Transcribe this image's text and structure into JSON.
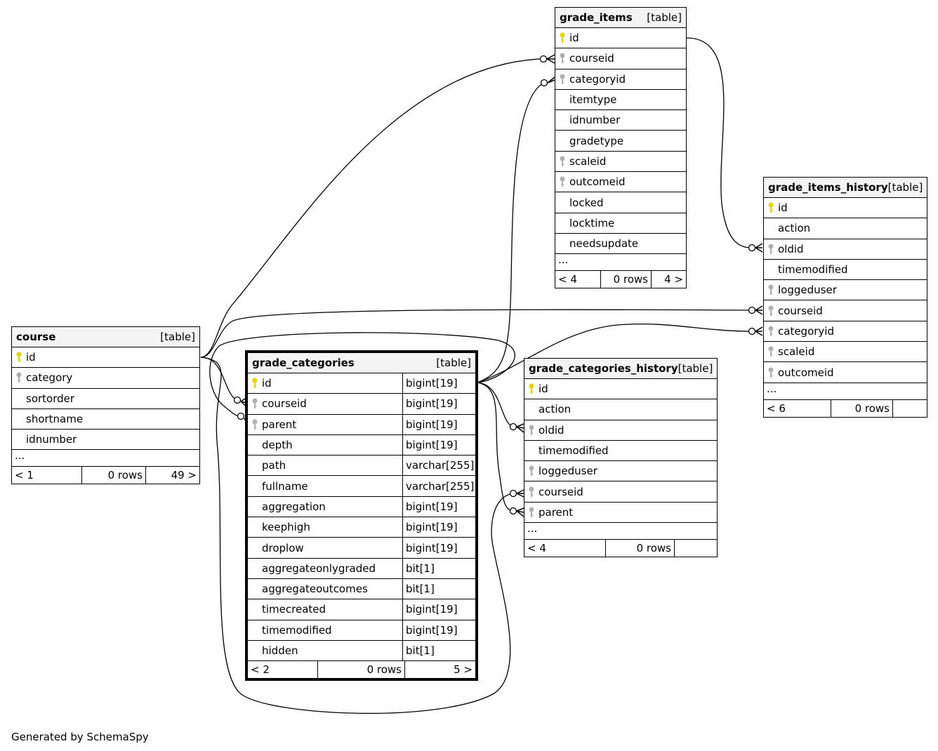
{
  "footer_text": "Generated by SchemaSpy",
  "colors": {
    "primary_key": "#e6d400",
    "foreign_key": "#b0b0b0",
    "header_bg": "#f4f4f4"
  },
  "tables": {
    "grade_items": {
      "name": "grade_items",
      "kind": "[table]",
      "columns": [
        "id",
        "courseid",
        "categoryid",
        "itemtype",
        "idnumber",
        "gradetype",
        "scaleid",
        "outcomeid",
        "locked",
        "locktime",
        "needsupdate"
      ],
      "keys": [
        "pk",
        "fk",
        "fk",
        "",
        "",
        "",
        "fk",
        "fk",
        "",
        "",
        ""
      ],
      "ellipsis": "...",
      "footer": [
        "< 4",
        "0 rows",
        "4 >"
      ]
    },
    "grade_items_history": {
      "name": "grade_items_history",
      "kind": "[table]",
      "columns": [
        "id",
        "action",
        "oldid",
        "timemodified",
        "loggeduser",
        "courseid",
        "categoryid",
        "scaleid",
        "outcomeid"
      ],
      "keys": [
        "pk",
        "",
        "fk",
        "",
        "fk",
        "fk",
        "fk",
        "fk",
        "fk"
      ],
      "ellipsis": "...",
      "footer": [
        "< 6",
        "0 rows",
        ""
      ]
    },
    "course": {
      "name": "course",
      "kind": "[table]",
      "columns": [
        "id",
        "category",
        "sortorder",
        "shortname",
        "idnumber"
      ],
      "keys": [
        "pk",
        "fk",
        "",
        "",
        ""
      ],
      "ellipsis": "...",
      "footer": [
        "< 1",
        "0 rows",
        "49 >"
      ]
    },
    "grade_categories": {
      "name": "grade_categories",
      "kind": "[table]",
      "columns": [
        "id",
        "courseid",
        "parent",
        "depth",
        "path",
        "fullname",
        "aggregation",
        "keephigh",
        "droplow",
        "aggregateonlygraded",
        "aggregateoutcomes",
        "timecreated",
        "timemodified",
        "hidden"
      ],
      "types": [
        "bigint[19]",
        "bigint[19]",
        "bigint[19]",
        "bigint[19]",
        "varchar[255]",
        "varchar[255]",
        "bigint[19]",
        "bigint[19]",
        "bigint[19]",
        "bit[1]",
        "bit[1]",
        "bigint[19]",
        "bigint[19]",
        "bit[1]"
      ],
      "keys": [
        "pk",
        "fk",
        "fk",
        "",
        "",
        "",
        "",
        "",
        "",
        "",
        "",
        "",
        "",
        ""
      ],
      "footer": [
        "< 2",
        "0 rows",
        "5 >"
      ]
    },
    "grade_categories_history": {
      "name": "grade_categories_history",
      "kind": "[table]",
      "columns": [
        "id",
        "action",
        "oldid",
        "timemodified",
        "loggeduser",
        "courseid",
        "parent"
      ],
      "keys": [
        "pk",
        "",
        "fk",
        "",
        "fk",
        "fk",
        "fk"
      ],
      "ellipsis": "...",
      "footer": [
        "< 4",
        "0 rows",
        ""
      ]
    }
  }
}
